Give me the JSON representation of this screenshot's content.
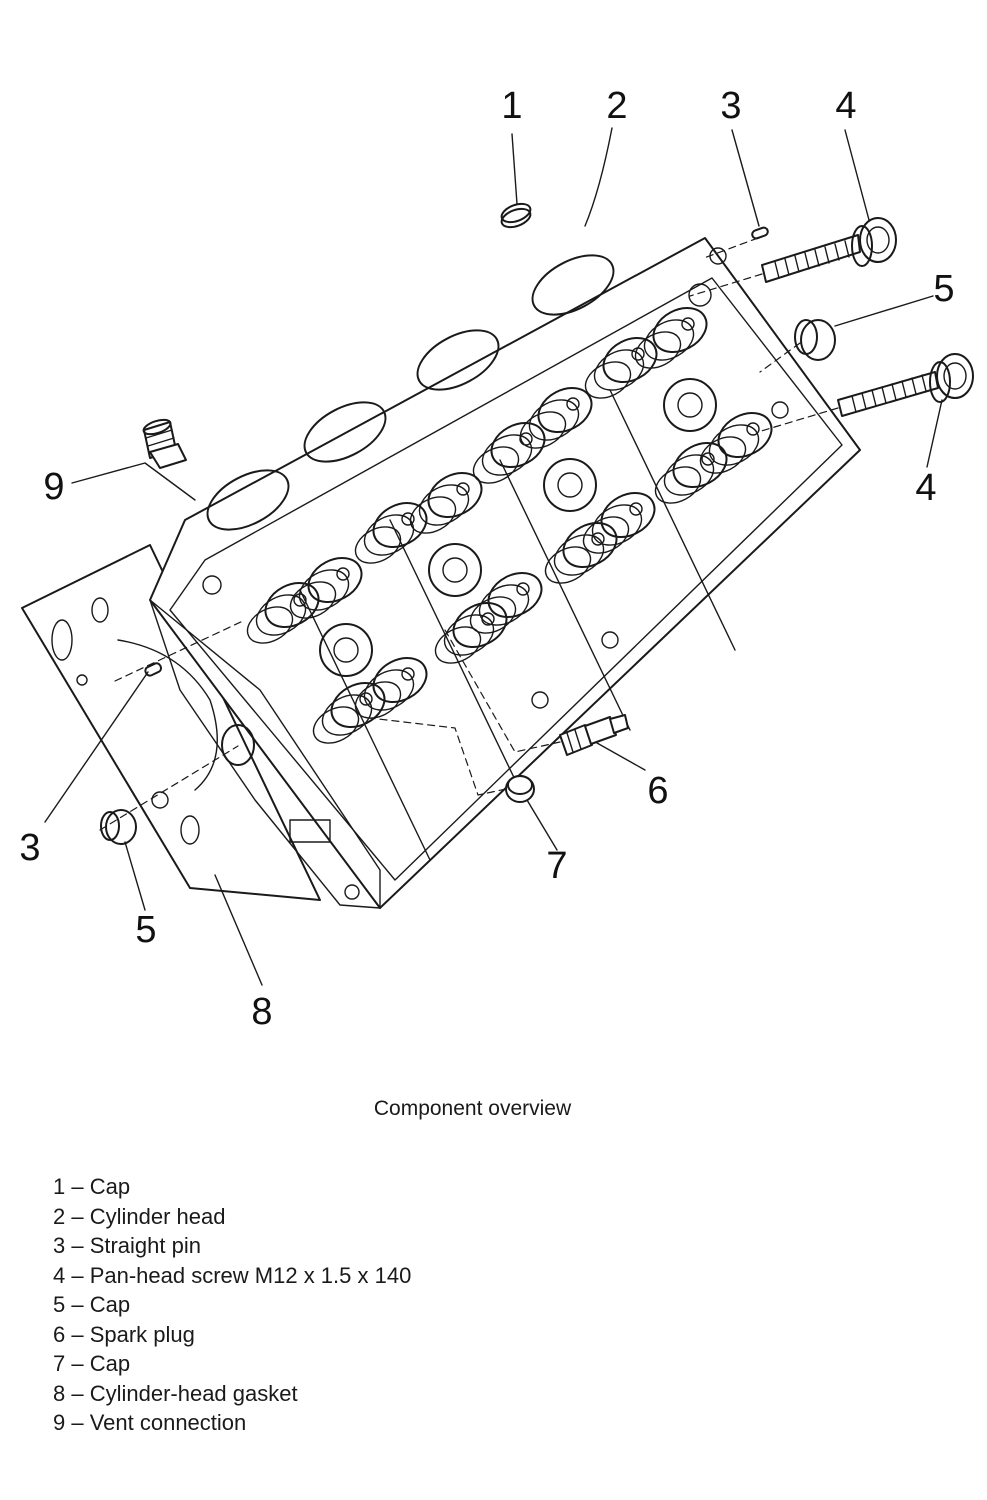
{
  "diagram": {
    "callouts": [
      {
        "id": "c1",
        "label": "1"
      },
      {
        "id": "c2",
        "label": "2"
      },
      {
        "id": "c3top",
        "label": "3"
      },
      {
        "id": "c4top",
        "label": "4"
      },
      {
        "id": "c5top",
        "label": "5"
      },
      {
        "id": "c4right",
        "label": "4"
      },
      {
        "id": "c9",
        "label": "9"
      },
      {
        "id": "c3left",
        "label": "3"
      },
      {
        "id": "c5bottom",
        "label": "5"
      },
      {
        "id": "c8",
        "label": "8"
      },
      {
        "id": "c7",
        "label": "7"
      },
      {
        "id": "c6",
        "label": "6"
      }
    ]
  },
  "caption": "Component overview",
  "legend": [
    "1 – Cap",
    "2 – Cylinder head",
    "3 – Straight pin",
    "4 – Pan-head screw M12 x 1.5 x 140",
    "5 – Cap",
    "6 – Spark plug",
    "7 – Cap",
    "8 – Cylinder-head gasket",
    "9 – Vent connection"
  ]
}
